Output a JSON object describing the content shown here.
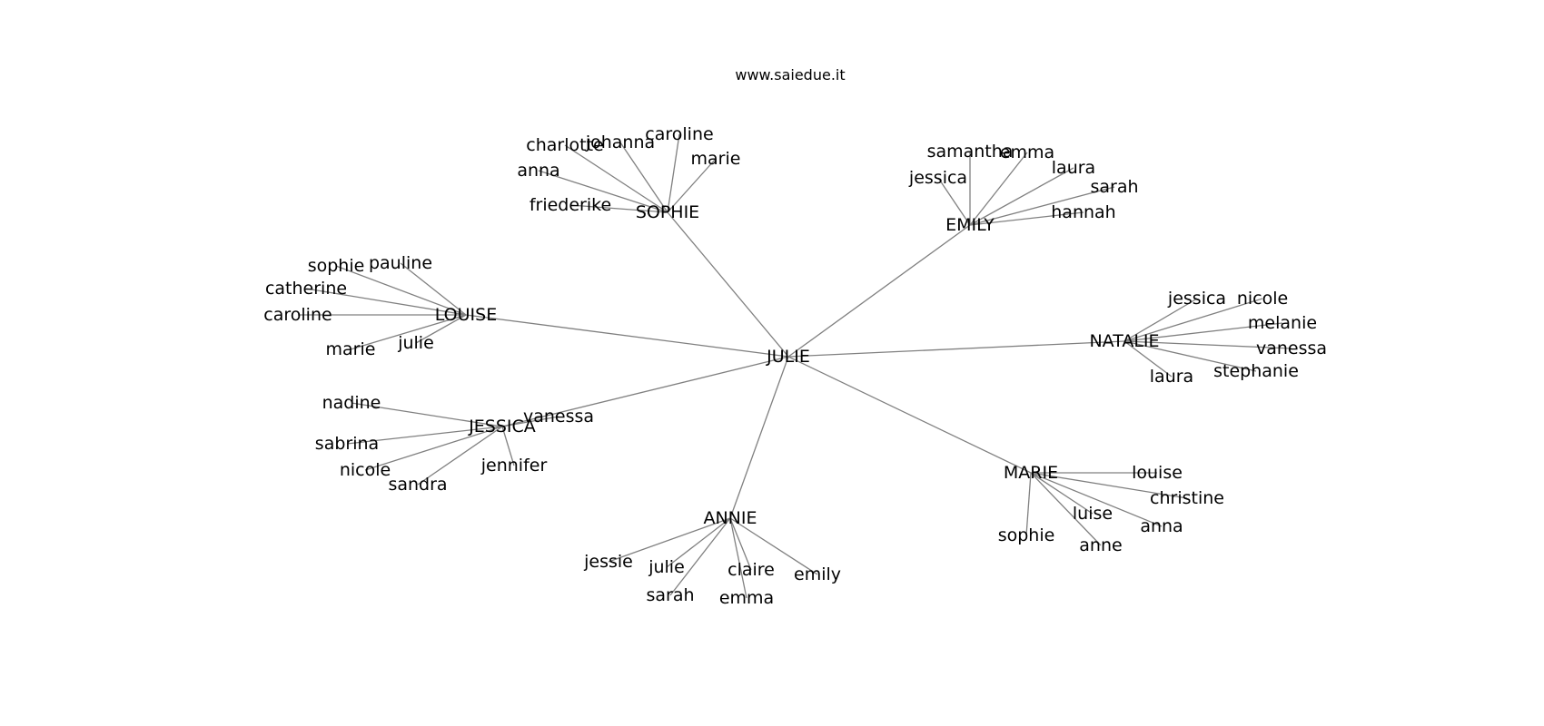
{
  "title": "www.saiedue.it",
  "root": "JULIE",
  "groups": [
    {
      "name": "SOPHIE",
      "children": [
        "charlotte",
        "johanna",
        "caroline",
        "marie",
        "anna",
        "friederike"
      ]
    },
    {
      "name": "EMILY",
      "children": [
        "samantha",
        "emma",
        "laura",
        "sarah",
        "jessica",
        "hannah"
      ]
    },
    {
      "name": "LOUISE",
      "children": [
        "sophie",
        "pauline",
        "catherine",
        "caroline",
        "marie",
        "julie"
      ]
    },
    {
      "name": "NATALIE",
      "children": [
        "jessica",
        "nicole",
        "melanie",
        "vanessa",
        "stephanie",
        "laura"
      ]
    },
    {
      "name": "JESSICA",
      "children": [
        "nadine",
        "vanessa",
        "sabrina",
        "nicole",
        "sandra",
        "jennifer"
      ]
    },
    {
      "name": "MARIE",
      "children": [
        "louise",
        "christine",
        "luise",
        "anna",
        "sophie",
        "anne"
      ]
    },
    {
      "name": "ANNIE",
      "children": [
        "jessie",
        "julie",
        "claire",
        "emily",
        "sarah",
        "emma"
      ]
    }
  ]
}
